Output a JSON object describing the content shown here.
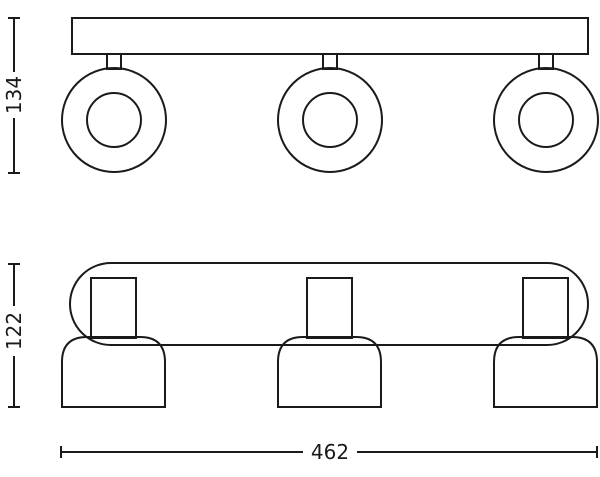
{
  "dimensions": {
    "front_height": "134",
    "side_height": "122",
    "width": "462"
  },
  "colors": {
    "line": "#1a1a1a",
    "background": "#ffffff"
  }
}
